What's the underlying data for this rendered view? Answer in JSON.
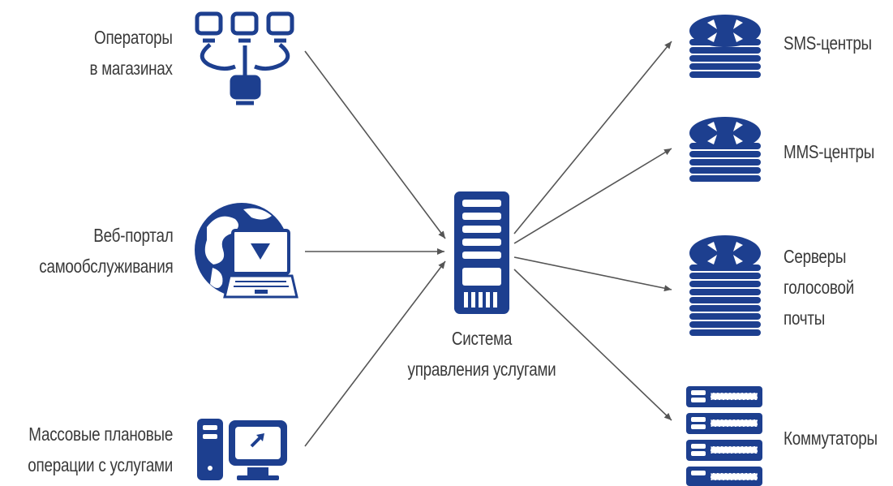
{
  "colors": {
    "icon": "#1d3f8f",
    "arrow": "#555555",
    "text": "#3a3a3a"
  },
  "sources": [
    {
      "icon": "store-operators-icon",
      "lines": [
        "Операторы",
        "в магазинах"
      ]
    },
    {
      "icon": "web-portal-icon",
      "lines": [
        "Веб-портал",
        "самообслуживания"
      ]
    },
    {
      "icon": "batch-operations-icon",
      "lines": [
        "Массовые плановые",
        "операции с услугами"
      ]
    }
  ],
  "center": {
    "icon": "server-icon",
    "lines": [
      "Система",
      "управления услугами"
    ]
  },
  "targets": [
    {
      "icon": "router-stack-icon",
      "lines": [
        "SMS-центры"
      ]
    },
    {
      "icon": "router-stack-icon",
      "lines": [
        "MMS-центры"
      ]
    },
    {
      "icon": "router-stack-icon",
      "lines": [
        "Серверы",
        "голосовой",
        "почты"
      ]
    },
    {
      "icon": "switch-stack-icon",
      "lines": [
        "Коммутаторы"
      ]
    }
  ]
}
